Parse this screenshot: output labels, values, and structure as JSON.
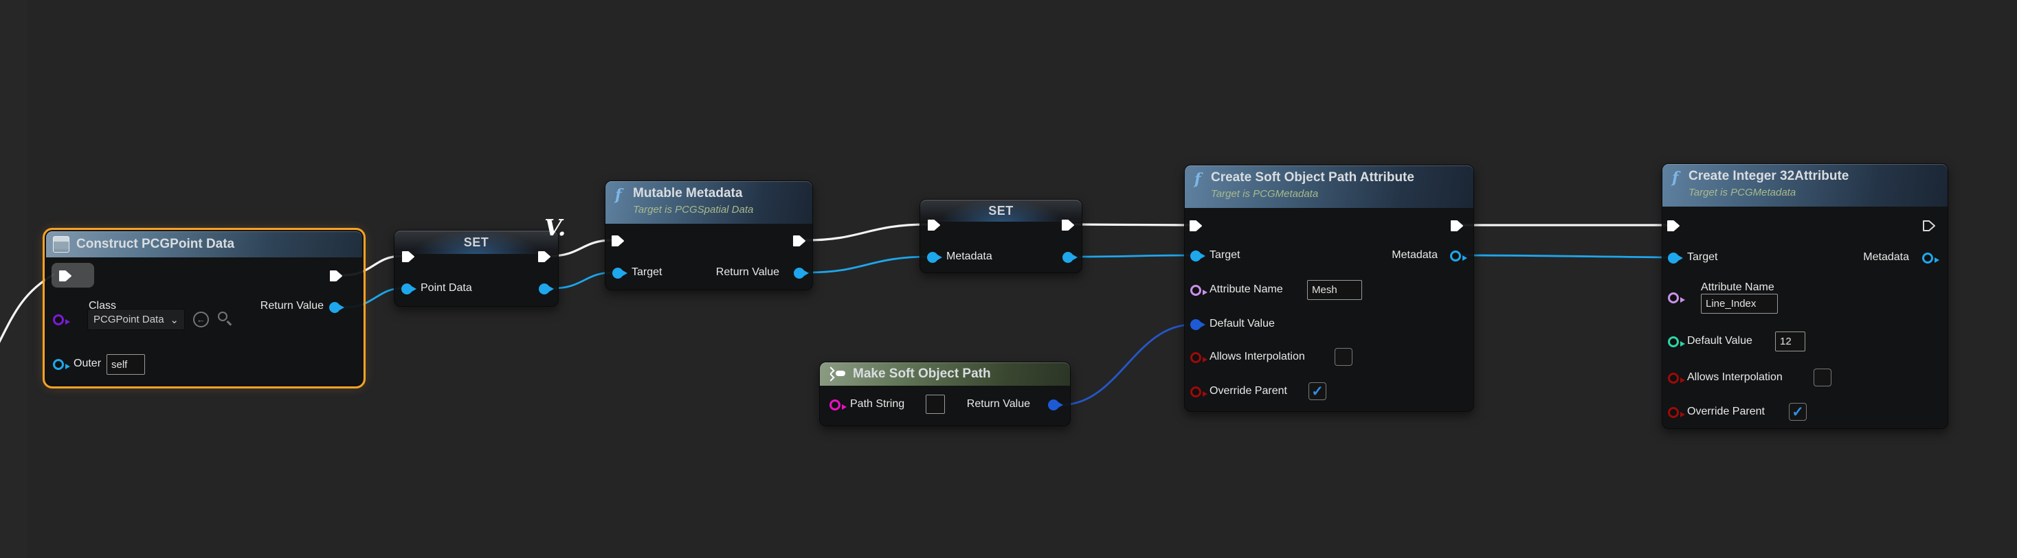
{
  "canvas": {
    "background": "#252526",
    "watermark": "V."
  },
  "glyphs": {
    "check": "✓",
    "function": "f",
    "dropdown_chevron": "⌄",
    "back_arrow": "←"
  },
  "colors": {
    "selection_outline": "#f7a226",
    "wire_exec": "#f5f5f5",
    "wire_object": "#1ea7ec",
    "wire_softpath": "#2457c8",
    "pin_object": "#1ea7ec",
    "pin_class": "#7a1bd8",
    "pin_name": "#c792ea",
    "pin_string": "#ea11c4",
    "pin_int": "#2bd6a3",
    "pin_bool": "#9c0a0a",
    "pin_softpath": "#1e5ad6"
  },
  "nodes": {
    "construct": {
      "title": "Construct PCGPoint Data",
      "class_label": "Class",
      "class_value": "PCGPoint Data",
      "return_label": "Return Value",
      "outer_label": "Outer",
      "outer_value": "self"
    },
    "set_point_data": {
      "title": "SET",
      "pin_label": "Point Data"
    },
    "mutable_metadata": {
      "title": "Mutable Metadata",
      "subtitle": "Target is PCGSpatial Data",
      "target_label": "Target",
      "return_label": "Return Value"
    },
    "set_metadata": {
      "title": "SET",
      "pin_label": "Metadata"
    },
    "make_soft_object_path": {
      "title": "Make Soft Object Path",
      "path_label": "Path String",
      "return_label": "Return Value"
    },
    "create_soft_object_path_attribute": {
      "title": "Create Soft Object Path Attribute",
      "subtitle": "Target is PCGMetadata",
      "target_label": "Target",
      "metadata_label": "Metadata",
      "attribute_name_label": "Attribute Name",
      "attribute_name_value": "Mesh",
      "default_value_label": "Default Value",
      "allows_interpolation_label": "Allows Interpolation",
      "override_parent_label": "Override Parent"
    },
    "create_integer32_attribute": {
      "title": "Create Integer 32Attribute",
      "subtitle": "Target is PCGMetadata",
      "target_label": "Target",
      "metadata_label": "Metadata",
      "attribute_name_label": "Attribute Name",
      "attribute_name_value": "Line_Index",
      "default_value_label": "Default Value",
      "default_value": "12",
      "allows_interpolation_label": "Allows Interpolation",
      "override_parent_label": "Override Parent"
    }
  }
}
